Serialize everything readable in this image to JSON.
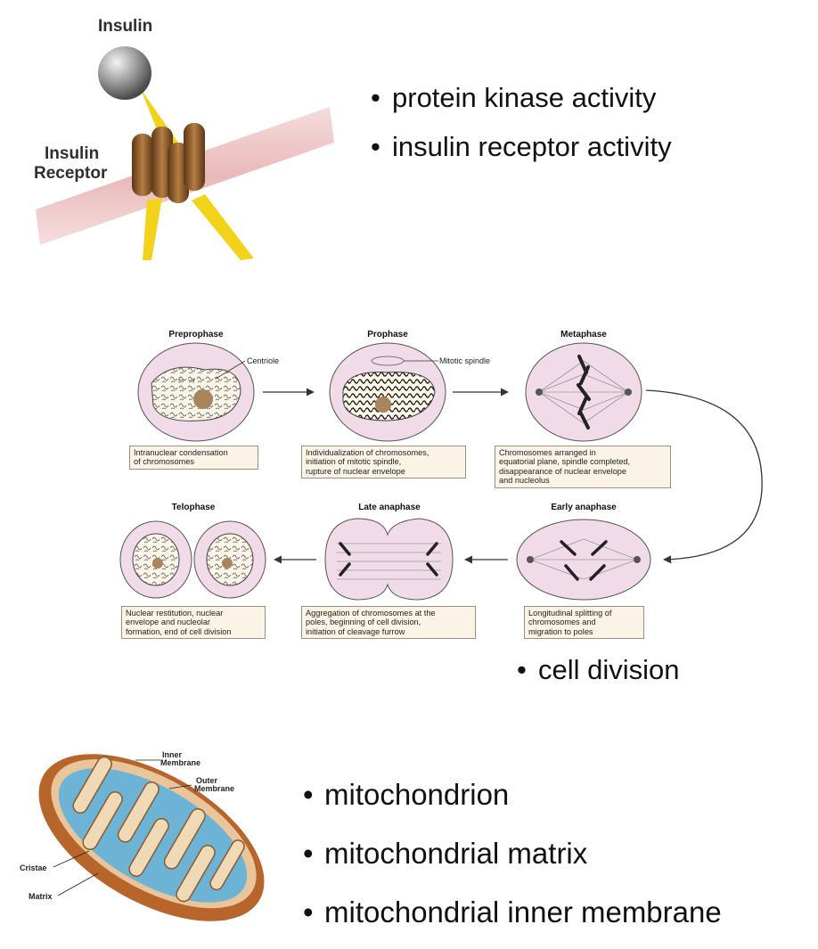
{
  "insulin": {
    "labels": {
      "insulin": "Insulin",
      "receptor_line1": "Insulin",
      "receptor_line2": "Receptor"
    },
    "terms": [
      "protein kinase activity",
      "insulin receptor activity"
    ]
  },
  "mitosis": {
    "stages": [
      {
        "name": "Preprophase",
        "caption": [
          "Intranuclear condensation",
          "of chromosomes"
        ]
      },
      {
        "name": "Prophase",
        "caption": [
          "Individualization of chromosomes,",
          "initiation of mitotic spindle,",
          "rupture of nuclear envelope"
        ]
      },
      {
        "name": "Metaphase",
        "caption": [
          "Chromosomes arranged in",
          "equatorial plane, spindle completed,",
          "disappearance of nuclear envelope",
          "and nucleolus"
        ]
      },
      {
        "name": "Early anaphase",
        "caption": [
          "Longitudinal splitting of",
          "chromosomes and",
          "migration to poles"
        ]
      },
      {
        "name": "Late anaphase",
        "caption": [
          "Aggregation of chromosomes at the",
          "poles, beginning of cell division,",
          "initiation of cleavage furrow"
        ]
      },
      {
        "name": "Telophase",
        "caption": [
          "Nuclear restitution, nuclear",
          "envelope and nucleolar",
          "formation, end of cell division"
        ]
      }
    ],
    "callouts": {
      "centriole": "Centriole",
      "mitotic_spindle": "Mitotic spindle"
    },
    "terms": [
      "cell division"
    ]
  },
  "mitochondrion": {
    "labels": {
      "inner": [
        "Inner",
        "Membrane"
      ],
      "outer": [
        "Outer",
        "Membrane"
      ],
      "cristae": "Cristae",
      "matrix": "Matrix"
    },
    "terms": [
      "mitochondrion",
      "mitochondrial matrix",
      "mitochondrial inner membrane"
    ]
  },
  "colors": {
    "cell": "#f1dbe8",
    "caption_bg": "#fbf4e6",
    "membrane": "#efc6c4",
    "receptor": "#8a5a2c",
    "signal": "#f3d21a",
    "mito_outer": "#b7652a",
    "matrix": "#6db3d6"
  }
}
